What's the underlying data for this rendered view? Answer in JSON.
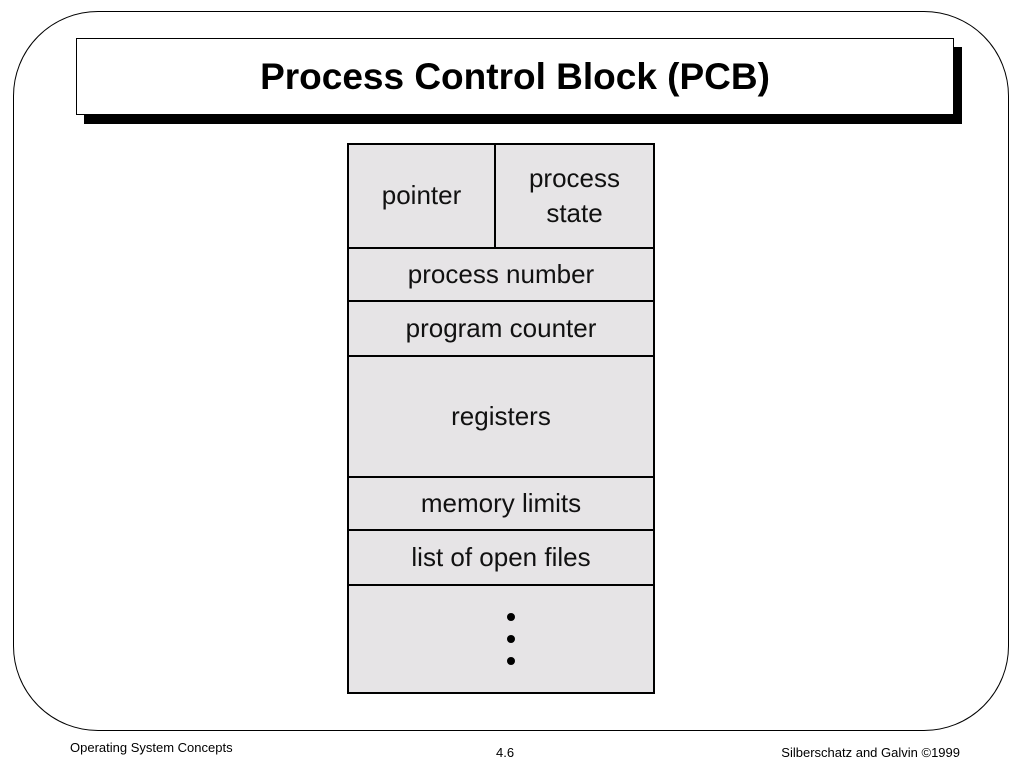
{
  "slide": {
    "title": "Process Control Block (PCB)"
  },
  "pcb": {
    "pointer": "pointer",
    "process_state": "process state",
    "process_number": "process number",
    "program_counter": "program counter",
    "registers": "registers",
    "memory_limits": "memory limits",
    "open_files": "list of open files"
  },
  "footer": {
    "course": "Operating System Concepts",
    "page": "4.6",
    "authors": "Silberschatz and Galvin ",
    "copyright_symbol": "©",
    "year": "1999"
  },
  "colors": {
    "field_background": "#e6e4e6",
    "border": "#000000",
    "title_shadow": "#000000"
  },
  "icons": {
    "continuation": "vertical-ellipsis-icon"
  }
}
